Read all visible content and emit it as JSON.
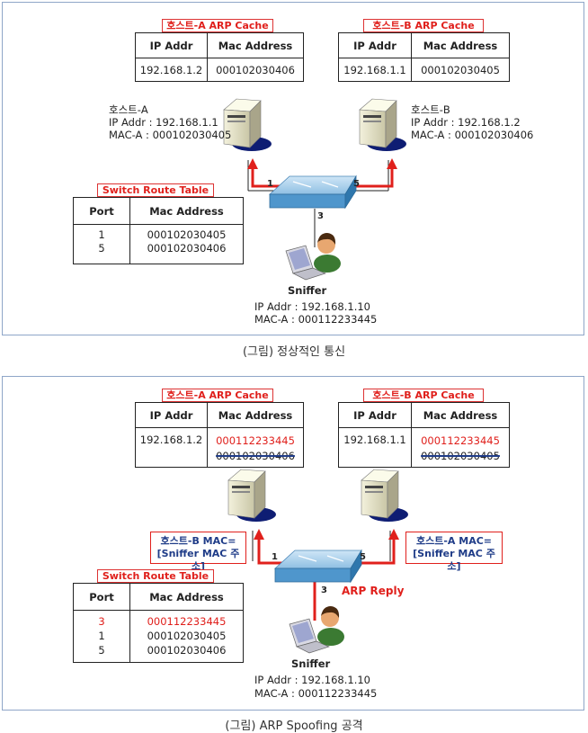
{
  "figure1": {
    "caption": "(그림) 정상적인 통신",
    "hostA_cache": {
      "title": "호스트-A ARP Cache",
      "headers": [
        "IP Addr",
        "Mac Address"
      ],
      "ip": "192.168.1.2",
      "mac": "000102030406"
    },
    "hostB_cache": {
      "title": "호스트-B ARP Cache",
      "headers": [
        "IP Addr",
        "Mac Address"
      ],
      "ip": "192.168.1.1",
      "mac": "000102030405"
    },
    "hostA": {
      "name": "호스트-A",
      "ip": "IP Addr : 192.168.1.1",
      "mac": "MAC-A : 000102030405"
    },
    "hostB": {
      "name": "호스트-B",
      "ip": "IP Addr : 192.168.1.2",
      "mac": "MAC-A : 000102030406"
    },
    "switch_table": {
      "title": "Switch Route Table",
      "headers": [
        "Port",
        "Mac Address"
      ],
      "ports": [
        "1",
        "5"
      ],
      "macs": [
        "000102030405",
        "000102030406"
      ]
    },
    "ports": {
      "p1": "1",
      "p5": "5",
      "p3": "3"
    },
    "sniffer": {
      "name": "Sniffer",
      "ip": "IP Addr : 192.168.1.10",
      "mac": "MAC-A : 000112233445"
    }
  },
  "figure2": {
    "caption": "(그림) ARP Spoofing 공격",
    "hostA_cache": {
      "title": "호스트-A ARP Cache",
      "headers": [
        "IP Addr",
        "Mac Address"
      ],
      "ip": "192.168.1.2",
      "mac_new": "000112233445",
      "mac_old": "000102030406"
    },
    "hostB_cache": {
      "title": "호스트-B ARP Cache",
      "headers": [
        "IP Addr",
        "Mac Address"
      ],
      "ip": "192.168.1.1",
      "mac_new": "000112233445",
      "mac_old": "000102030405"
    },
    "callout_left": {
      "line1": "호스트-B MAC=",
      "line2": "[Sniffer MAC 주소]"
    },
    "callout_right": {
      "line1": "호스트-A MAC=",
      "line2": "[Sniffer MAC 주소]"
    },
    "arp_reply": "ARP Reply",
    "switch_table": {
      "title": "Switch Route Table",
      "headers": [
        "Port",
        "Mac Address"
      ],
      "ports": [
        "3",
        "1",
        "5"
      ],
      "macs": [
        "000112233445",
        "000102030405",
        "000102030406"
      ]
    },
    "ports": {
      "p1": "1",
      "p5": "5",
      "p3": "3"
    },
    "sniffer": {
      "name": "Sniffer",
      "ip": "IP Addr : 192.168.1.10",
      "mac": "MAC-A : 000112233445"
    }
  },
  "colors": {
    "arrow": "#e0201c",
    "panel_border": "#8fa6c8",
    "title_red": "#e0201c",
    "callout_text": "#1f3c88"
  }
}
